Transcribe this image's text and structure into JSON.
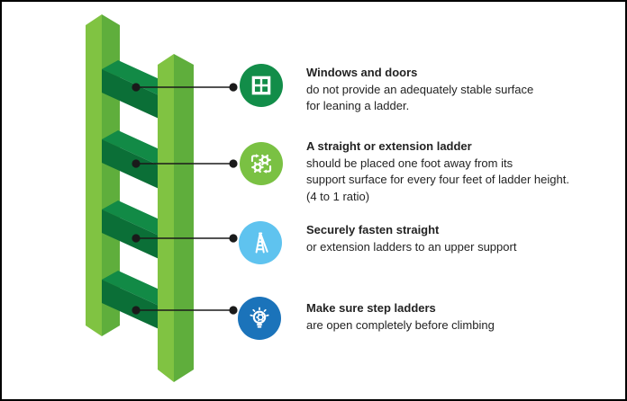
{
  "infographic": {
    "background": "#ffffff",
    "border_color": "#000000",
    "subject": "ladder-safety-tips"
  },
  "ladder": {
    "colors": {
      "rail_light": "#80C342",
      "rail_dark": "#5FAE3C",
      "rung_top": "#128A46",
      "rung_front": "#0B6F37",
      "connector": "#1A1A1A"
    }
  },
  "items": [
    {
      "icon": "window-icon",
      "icon_color": "#128D49",
      "title": "Windows and doors",
      "lines": [
        "do not provide an adequately stable surface",
        "for leaning a ladder."
      ]
    },
    {
      "icon": "gears-process-icon",
      "icon_color": "#7AC143",
      "title": "A straight or extension ladder",
      "lines": [
        "should be placed one foot away from its",
        "support surface for every four feet of ladder height.",
        "(4 to 1 ratio)"
      ]
    },
    {
      "icon": "step-ladder-icon",
      "icon_color": "#5FC3EF",
      "title": "Securely fasten straight",
      "lines": [
        "or extension ladders to an upper support"
      ]
    },
    {
      "icon": "idea-bulb-gear-icon",
      "icon_color": "#1B73BA",
      "title": "Make sure step ladders",
      "lines": [
        "are open completely before climbing"
      ]
    }
  ]
}
